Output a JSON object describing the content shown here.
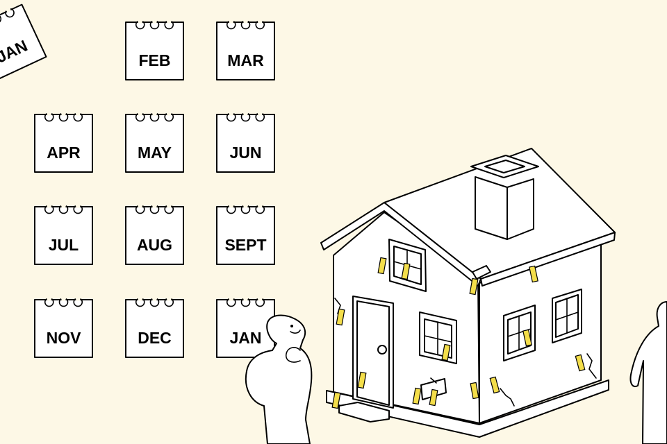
{
  "calendars": [
    {
      "month": "JAN"
    },
    {
      "month": "FEB"
    },
    {
      "month": "MAR"
    },
    {
      "month": "APR"
    },
    {
      "month": "MAY"
    },
    {
      "month": "JUN"
    },
    {
      "month": "JUL"
    },
    {
      "month": "AUG"
    },
    {
      "month": "SEPT"
    },
    {
      "month": "NOV"
    },
    {
      "month": "DEC"
    },
    {
      "month": "JAN"
    }
  ],
  "colors": {
    "background": "#fdf8e6",
    "tape": "#f4de4a",
    "line": "#000000"
  }
}
